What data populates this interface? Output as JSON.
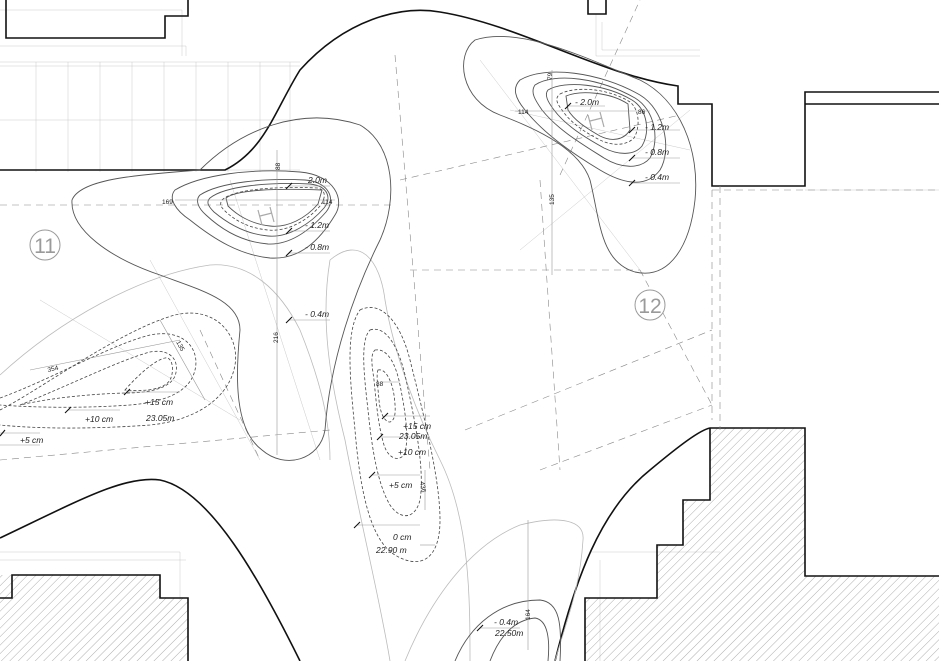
{
  "zones": [
    {
      "id": "zone-11",
      "label": "11"
    },
    {
      "id": "zone-12",
      "label": "12"
    }
  ],
  "depth_labels": {
    "bowl1_m2_0": "2.0m",
    "bowl1_m1_2": "- 1.2m",
    "bowl1_m0_8": "- 0.8m",
    "bowl1_m0_4": "- 0.4m",
    "bowl2_m2_0": "- 2.0m",
    "bowl2_m1_2": "- 1.2m",
    "bowl2_m0_8": "- 0.8m",
    "bowl2_m0_4": "- 0.4m",
    "bottom_m0_4": "- 0.4m"
  },
  "height_labels": {
    "left_p15": "+15 cm",
    "left_p10": "+10 cm",
    "left_p5": "+5 cm",
    "center_p15": "+15 cm",
    "center_p10": "+10 cm",
    "center_p5": "+5 cm",
    "center_0": "0 cm"
  },
  "elevations": {
    "left": "23.05m",
    "center": "23.05m",
    "lower": "22.90 m",
    "bottom": "22.50m"
  },
  "dimensions": {
    "d169": "169",
    "d114a": "114",
    "d88a": "88",
    "d216": "216",
    "d354": "354",
    "d135a": "135",
    "d79": "79",
    "d114b": "114",
    "d86": "86",
    "d135b": "135",
    "d88b": "88",
    "d436": "436",
    "d164": "164"
  }
}
